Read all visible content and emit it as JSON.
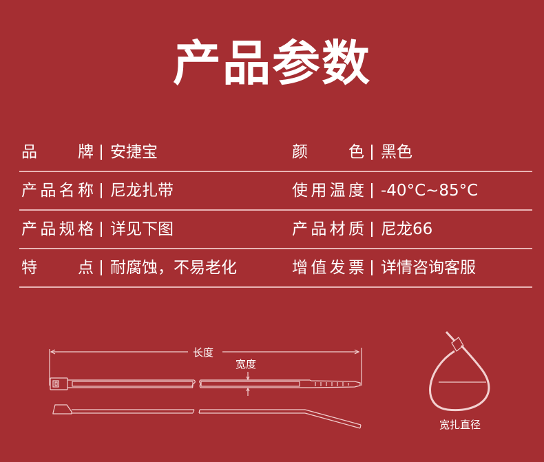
{
  "title": "产品参数",
  "specs": [
    {
      "left": {
        "label": "品牌",
        "value": "安捷宝"
      },
      "right": {
        "label": "颜色",
        "value": "黑色"
      }
    },
    {
      "left": {
        "label": "产品名称",
        "value": "尼龙扎带"
      },
      "right": {
        "label": "使用温度",
        "value": "-40°C~85°C"
      }
    },
    {
      "left": {
        "label": "产品规格",
        "value": "详见下图"
      },
      "right": {
        "label": "产品材质",
        "value": "尼龙66"
      }
    },
    {
      "left": {
        "label": "特点",
        "value": "耐腐蚀，不易老化"
      },
      "right": {
        "label": "增值发票",
        "value": "详情咨询客服"
      }
    }
  ],
  "diagram": {
    "length_label": "长度",
    "width_label": "宽度",
    "diameter_label": "宽扎直径"
  },
  "colors": {
    "background": "#A52E32",
    "text": "#FFFFFF",
    "divider": "#E9B5B5"
  }
}
